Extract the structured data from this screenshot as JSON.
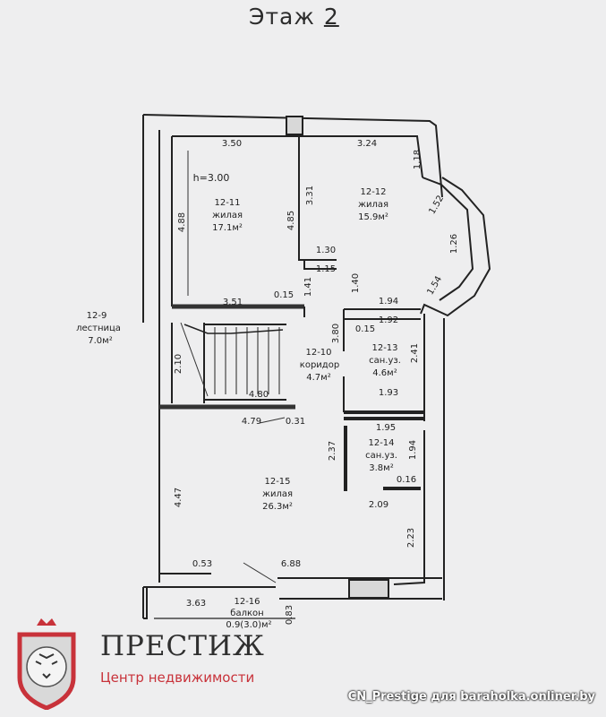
{
  "floor": {
    "word": "Этаж",
    "number": "2"
  },
  "height_note": "h=3.00",
  "rooms": [
    {
      "id": "12-9",
      "type": "лестница",
      "area": "7.0м²"
    },
    {
      "id": "12-10",
      "type": "коридор",
      "area": "4.7м²"
    },
    {
      "id": "12-11",
      "type": "жилая",
      "area": "17.1м²"
    },
    {
      "id": "12-12",
      "type": "жилая",
      "area": "15.9м²"
    },
    {
      "id": "12-13",
      "type": "сан.уз.",
      "area": "4.6м²"
    },
    {
      "id": "12-14",
      "type": "сан.уз.",
      "area": "3.8м²"
    },
    {
      "id": "12-15",
      "type": "жилая",
      "area": "26.3м²"
    },
    {
      "id": "12-16",
      "type": "балкон",
      "area": "0.9(3.0)м²"
    }
  ],
  "dimensions": [
    "3.50",
    "3.24",
    "1.18",
    "1.52",
    "1.26",
    "1.54",
    "4.88",
    "3.31",
    "4.85",
    "1.30",
    "1.15",
    "1.40",
    "1.41",
    "0.15",
    "3.51",
    "1.94",
    "1.92",
    "3.80",
    "0.15",
    "2.41",
    "2.10",
    "4.80",
    "1.93",
    "4.79",
    "0.31",
    "1.95",
    "2.37",
    "1.94",
    "0.16",
    "4.47",
    "2.09",
    "2.23",
    "0.53",
    "6.88",
    "3.63",
    "0.83"
  ],
  "brand": {
    "name": "ПРЕСТИЖ",
    "tagline": "Центр недвижимости",
    "colors": {
      "red": "#c8323a",
      "dark": "#2f2f2f"
    }
  },
  "watermark": "CN_Prestige для baraholka.onliner.by"
}
